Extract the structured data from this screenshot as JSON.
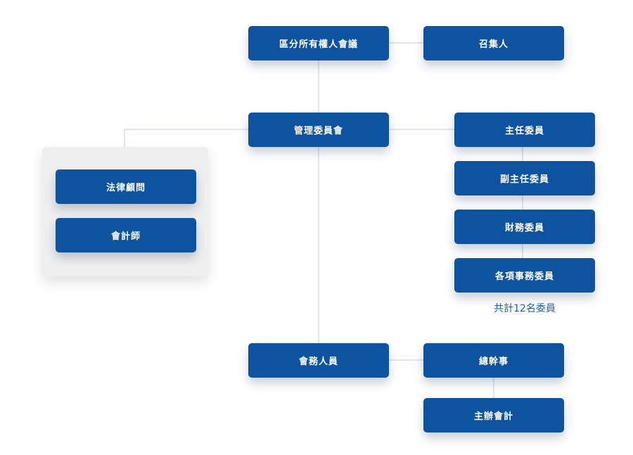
{
  "colors": {
    "node_fill": "#0e539f",
    "node_text": "#ffffff",
    "connector": "#c3cdd8",
    "panel_bg": "#efefef",
    "note_text": "#1a5ea8"
  },
  "nodes": {
    "owners_meeting": "區分所有權人會議",
    "convener": "召集人",
    "management_committee": "管理委員會",
    "chairman": "主任委員",
    "vice_chairman": "副主任委員",
    "finance_committee": "財務委員",
    "affairs_committee": "各項事務委員",
    "legal_advisor": "法律顧問",
    "accountant": "會計師",
    "staff": "會務人員",
    "general_secretary": "總幹事",
    "chief_accountant": "主辦會計"
  },
  "notes": {
    "committee_count": "共計12名委員"
  }
}
